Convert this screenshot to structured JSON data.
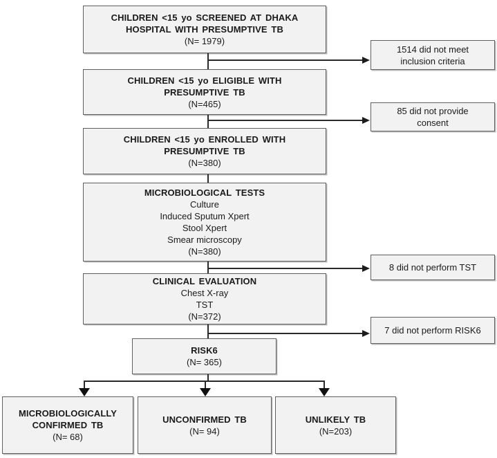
{
  "figure_type": "study-flow-diagram",
  "colors": {
    "box_fill": "#f2f2f2",
    "box_border": "#5f5f5f",
    "line": "#2a2a2a",
    "text": "#1a1a1a",
    "background": "#ffffff"
  },
  "boxes": {
    "screened": {
      "l1": "CHILDREN <15 yo SCREENED AT DHAKA",
      "l2": "HOSPITAL WITH PRESUMPTIVE TB",
      "n": "(N= 1979)"
    },
    "eligible": {
      "l1": "CHILDREN <15 yo ELIGIBLE WITH",
      "l2": "PRESUMPTIVE TB",
      "n": "(N=465)"
    },
    "enrolled": {
      "l1": "CHILDREN <15 yo ENROLLED WITH",
      "l2": "PRESUMPTIVE TB",
      "n": "(N=380)"
    },
    "micro_tests": {
      "title": "MICROBIOLOGICAL TESTS",
      "l1": "Culture",
      "l2": "Induced Sputum Xpert",
      "l3": "Stool Xpert",
      "l4": "Smear microscopy",
      "n": "(N=380)"
    },
    "clinical_eval": {
      "title": "CLINICAL EVALUATION",
      "l1": "Chest X-ray",
      "l2": "TST",
      "n": "(N=372)"
    },
    "risk6": {
      "title": "RISK6",
      "n": "(N= 365)"
    }
  },
  "exclusions": {
    "no_inclusion": {
      "l1": "1514 did not meet",
      "l2": "inclusion criteria"
    },
    "no_consent": {
      "l1": "85 did not provide",
      "l2": "consent"
    },
    "no_tst": {
      "l1": "8 did not perform TST"
    },
    "no_risk6": {
      "l1": "7 did not perform RISK6"
    }
  },
  "outcomes": {
    "confirmed": {
      "l1": "MICROBIOLOGICALLY",
      "l2": "CONFIRMED TB",
      "n": "(N= 68)"
    },
    "unconfirmed": {
      "l1": "UNCONFIRMED TB",
      "n": "(N= 94)"
    },
    "unlikely": {
      "l1": "UNLIKELY TB",
      "n": "(N=203)"
    }
  }
}
